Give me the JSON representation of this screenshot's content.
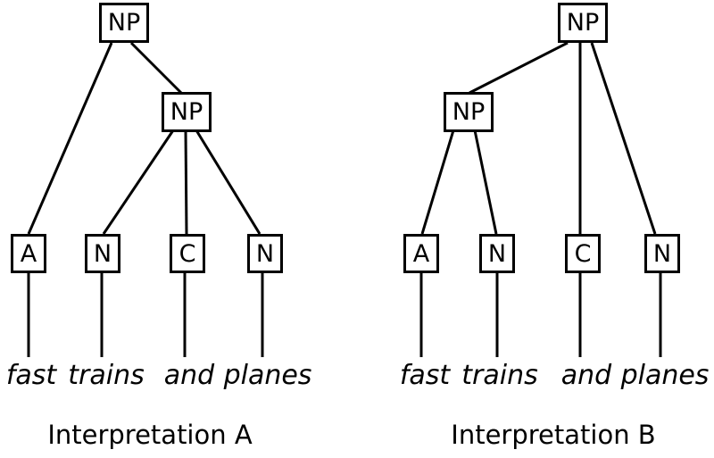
{
  "figure": {
    "background_color": "#ffffff",
    "line_color": "#000000",
    "description": "Two constituency parse trees of the phrase 'fast trains and planes'"
  },
  "trees": [
    {
      "caption": "Interpretation A",
      "root_label": "NP",
      "inner_label": "NP",
      "leaf_labels": [
        "A",
        "N",
        "C",
        "N"
      ],
      "words": [
        "fast",
        "trains",
        "and",
        "planes"
      ],
      "structure": "root NP dominates A and inner NP; inner NP dominates N, C, N"
    },
    {
      "caption": "Interpretation B",
      "root_label": "NP",
      "inner_label": "NP",
      "leaf_labels": [
        "A",
        "N",
        "C",
        "N"
      ],
      "words": [
        "fast",
        "trains",
        "and",
        "planes"
      ],
      "structure": "root NP dominates inner NP, C and N; inner NP dominates A and N"
    }
  ]
}
